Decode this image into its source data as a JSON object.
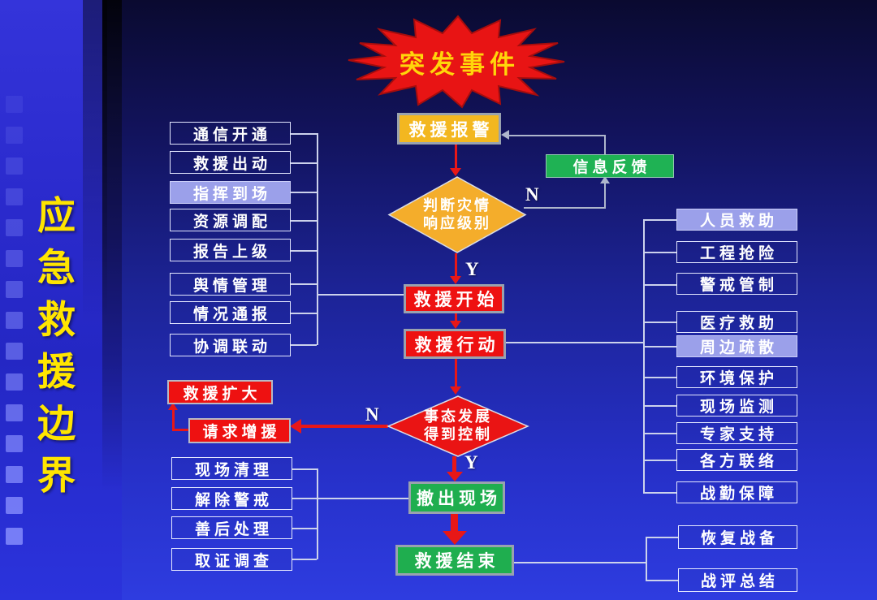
{
  "title": "应急救援边界",
  "title_chars": [
    "应",
    "急",
    "救",
    "援",
    "边",
    "界"
  ],
  "nodes": {
    "burst": "突发事件",
    "alarm": "救援报警",
    "feedback": "信息反馈",
    "decision_level": {
      "line1": "判断灾情",
      "line2": "响应级别"
    },
    "rescue_start": "救援开始",
    "rescue_action": "救援行动",
    "decision_control": {
      "line1": "事态发展",
      "line2": "得到控制"
    },
    "rescue_expand": "救援扩大",
    "request_reinforce": "请求增援",
    "withdraw": "撤出现场",
    "rescue_end": "救援结束"
  },
  "labels": {
    "yes": "Y",
    "no": "N"
  },
  "left_top_items": [
    "通信开通",
    "救援出动",
    "指挥到场",
    "资源调配",
    "报告上级",
    "舆情管理",
    "情况通报",
    "协调联动"
  ],
  "left_bottom_items": [
    "现场清理",
    "解除警戒",
    "善后处理",
    "取证调查"
  ],
  "right_items": [
    "人员救助",
    "工程抢险",
    "警戒管制",
    "医疗救助",
    "周边疏散",
    "环境保护",
    "现场监测",
    "专家支持",
    "各方联络",
    "战勤保障"
  ],
  "right_bottom_items": [
    "恢复战备",
    "战评总结"
  ],
  "colors": {
    "background_top": "#0a0a30",
    "background_bottom": "#2e3ce0",
    "sidebar_blue": "#2d2fd4",
    "title_yellow": "#ffe500",
    "burst_red": "#e81414",
    "burst_text_yellow": "#ffd60a",
    "alarm_yellow": "#f3b720",
    "decision_orange": "#f4ad2b",
    "action_red": "#ee1111",
    "end_green": "#1fae4f",
    "highlight_lavender": "#9ba0ea",
    "box_border_gray": "#99a2ae",
    "outline_border_white": "#e3e7ff"
  }
}
